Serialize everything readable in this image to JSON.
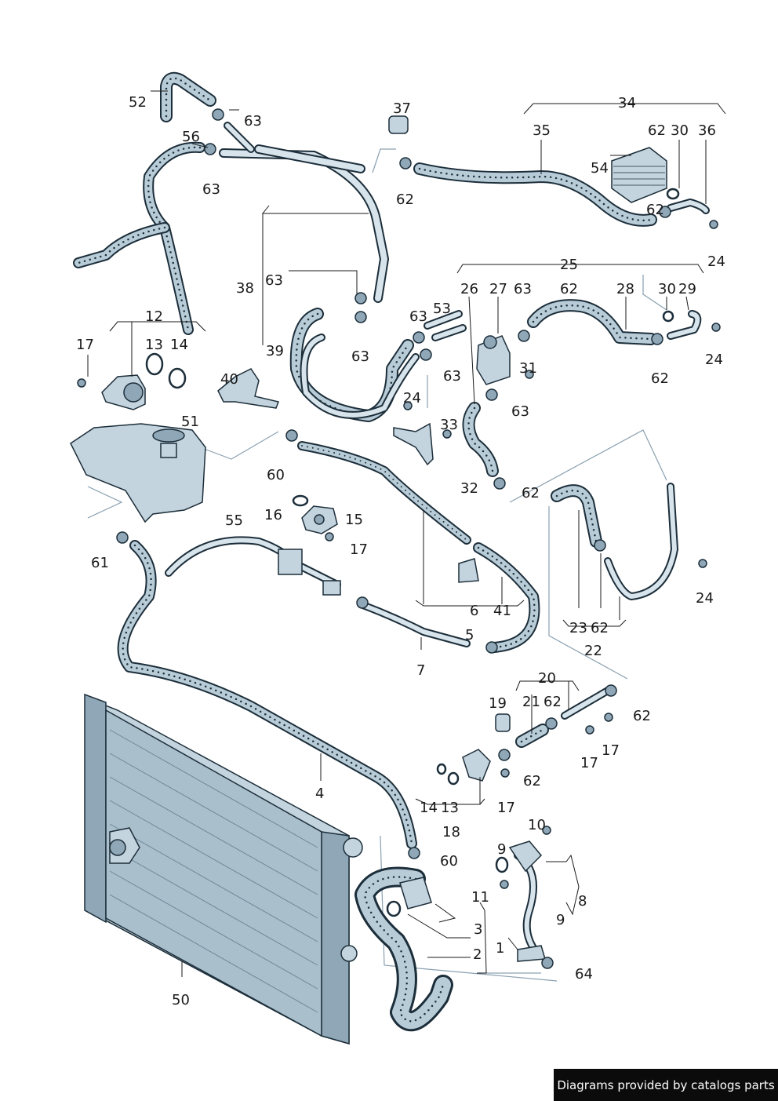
{
  "footer": {
    "text": "Diagrams provided by catalogs parts"
  },
  "callouts": [
    {
      "id": "52",
      "text": "52"
    },
    {
      "id": "63a",
      "text": "63"
    },
    {
      "id": "56",
      "text": "56"
    },
    {
      "id": "63b",
      "text": "63"
    },
    {
      "id": "37",
      "text": "37"
    },
    {
      "id": "62a",
      "text": "62"
    },
    {
      "id": "34",
      "text": "34"
    },
    {
      "id": "35",
      "text": "35"
    },
    {
      "id": "62b",
      "text": "62"
    },
    {
      "id": "30a",
      "text": "30"
    },
    {
      "id": "36",
      "text": "36"
    },
    {
      "id": "54",
      "text": "54"
    },
    {
      "id": "62c",
      "text": "62"
    },
    {
      "id": "24a",
      "text": "24"
    },
    {
      "id": "38",
      "text": "38"
    },
    {
      "id": "63c",
      "text": "63"
    },
    {
      "id": "39",
      "text": "39"
    },
    {
      "id": "63d",
      "text": "63"
    },
    {
      "id": "25",
      "text": "25"
    },
    {
      "id": "26",
      "text": "26"
    },
    {
      "id": "27",
      "text": "27"
    },
    {
      "id": "63e",
      "text": "63"
    },
    {
      "id": "62d",
      "text": "62"
    },
    {
      "id": "28",
      "text": "28"
    },
    {
      "id": "30b",
      "text": "30"
    },
    {
      "id": "29",
      "text": "29"
    },
    {
      "id": "24b",
      "text": "24"
    },
    {
      "id": "62e",
      "text": "62"
    },
    {
      "id": "53",
      "text": "53"
    },
    {
      "id": "63f",
      "text": "63"
    },
    {
      "id": "63g",
      "text": "63"
    },
    {
      "id": "31",
      "text": "31"
    },
    {
      "id": "63h",
      "text": "63"
    },
    {
      "id": "24c",
      "text": "24"
    },
    {
      "id": "33",
      "text": "33"
    },
    {
      "id": "32",
      "text": "32"
    },
    {
      "id": "62f",
      "text": "62"
    },
    {
      "id": "12",
      "text": "12"
    },
    {
      "id": "17a",
      "text": "17"
    },
    {
      "id": "13a",
      "text": "13"
    },
    {
      "id": "14a",
      "text": "14"
    },
    {
      "id": "40",
      "text": "40"
    },
    {
      "id": "51",
      "text": "51"
    },
    {
      "id": "60a",
      "text": "60"
    },
    {
      "id": "16",
      "text": "16"
    },
    {
      "id": "15",
      "text": "15"
    },
    {
      "id": "17b",
      "text": "17"
    },
    {
      "id": "55",
      "text": "55"
    },
    {
      "id": "61",
      "text": "61"
    },
    {
      "id": "6",
      "text": "6"
    },
    {
      "id": "41",
      "text": "41"
    },
    {
      "id": "5",
      "text": "5"
    },
    {
      "id": "7",
      "text": "7"
    },
    {
      "id": "24d",
      "text": "24"
    },
    {
      "id": "23",
      "text": "23"
    },
    {
      "id": "62g",
      "text": "62"
    },
    {
      "id": "22",
      "text": "22"
    },
    {
      "id": "20",
      "text": "20"
    },
    {
      "id": "19",
      "text": "19"
    },
    {
      "id": "21",
      "text": "21"
    },
    {
      "id": "62h",
      "text": "62"
    },
    {
      "id": "62i",
      "text": "62"
    },
    {
      "id": "17c",
      "text": "17"
    },
    {
      "id": "17d",
      "text": "17"
    },
    {
      "id": "62j",
      "text": "62"
    },
    {
      "id": "14b",
      "text": "14"
    },
    {
      "id": "13b",
      "text": "13"
    },
    {
      "id": "17e",
      "text": "17"
    },
    {
      "id": "18",
      "text": "18"
    },
    {
      "id": "4",
      "text": "4"
    },
    {
      "id": "10",
      "text": "10"
    },
    {
      "id": "60b",
      "text": "60"
    },
    {
      "id": "9a",
      "text": "9"
    },
    {
      "id": "11",
      "text": "11"
    },
    {
      "id": "8",
      "text": "8"
    },
    {
      "id": "9b",
      "text": "9"
    },
    {
      "id": "3",
      "text": "3"
    },
    {
      "id": "1",
      "text": "1"
    },
    {
      "id": "2",
      "text": "2"
    },
    {
      "id": "64",
      "text": "64"
    },
    {
      "id": "50",
      "text": "50"
    }
  ]
}
